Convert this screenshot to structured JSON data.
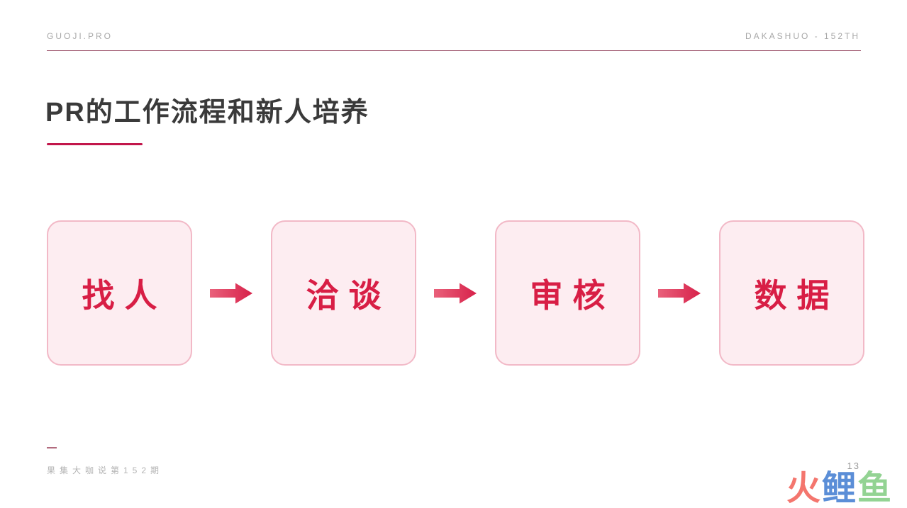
{
  "header": {
    "left": "GUOJI.PRO",
    "right": "DAKASHUO - 152TH"
  },
  "title": "PR的工作流程和新人培养",
  "flow": {
    "steps": [
      {
        "label": "找人"
      },
      {
        "label": "洽谈"
      },
      {
        "label": "审核"
      },
      {
        "label": "数据"
      }
    ]
  },
  "footer": {
    "caption": "果集大咖说第152期",
    "page_number": "13",
    "logo": {
      "chars": [
        {
          "text": "火",
          "color": "#f4766e"
        },
        {
          "text": "鲤",
          "color": "#5b8ed7"
        },
        {
          "text": "鱼",
          "color": "#93d393"
        }
      ]
    }
  },
  "colors": {
    "accent": "#d81e45",
    "box-bg": "#fdedf1",
    "box-border": "#f2b9c7",
    "underline": "#c2164b",
    "title-color": "#3a3a3a",
    "muted-gray": "#a8a8a8",
    "header-line": "#9b5068",
    "footer-gray": "#b4b4b4",
    "pagenum-gray": "#9b9b9b",
    "footer-dash": "#b26b7e",
    "arrow-from": "#e9617b",
    "arrow-to": "#d7214a"
  }
}
